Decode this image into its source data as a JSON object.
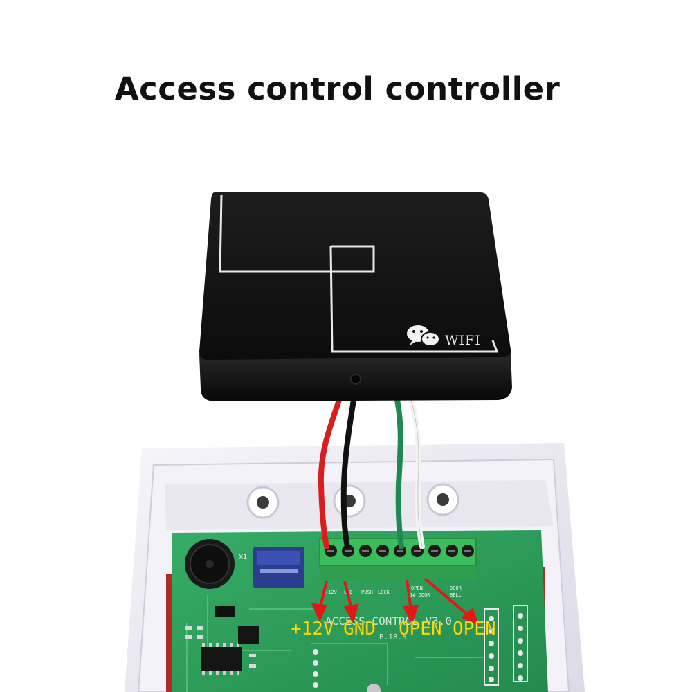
{
  "title": "Access control controller",
  "device": {
    "brand_text": "WIFI"
  },
  "board": {
    "model_text": "ACCESS CONTROL V3.0",
    "terminal_labels": [
      "+12V",
      "GND",
      "OPEN",
      "OPEN"
    ],
    "small_marks": [
      "X1",
      "B.18.5"
    ]
  },
  "colors": {
    "device_body": "#141414",
    "device_trace": "#e8e8e8",
    "pcb": "#2fa55f",
    "terminal_block": "#39b85a",
    "label_yellow": "#f3e21f",
    "arrow_red": "#e01818",
    "wire_red": "#d81e1e",
    "wire_black": "#111111",
    "wire_green": "#1f8a4f",
    "wire_white": "#f2f2f2",
    "housing": "#eceaf3"
  },
  "icons": [
    "wechat-icon",
    "buzzer-icon",
    "relay-icon",
    "screw-terminal-icon",
    "arrow-icon"
  ]
}
